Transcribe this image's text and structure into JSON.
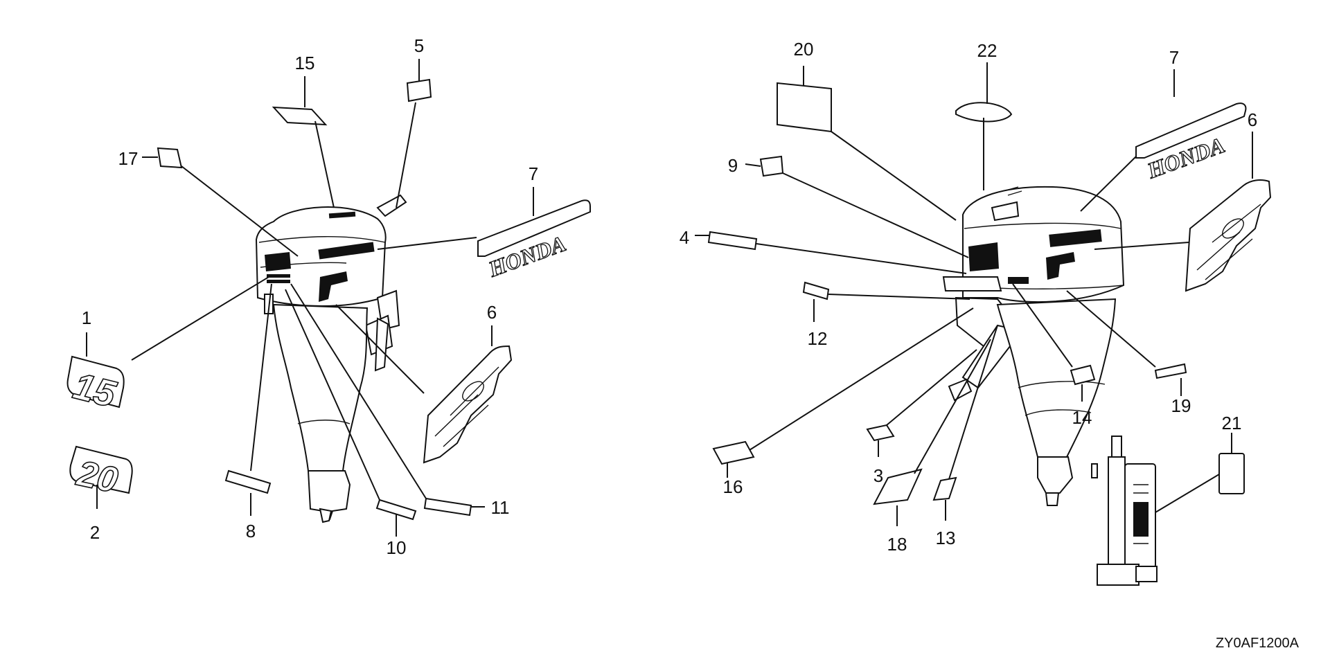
{
  "diagram_code": "ZY0AF1200A",
  "callouts": [
    "1",
    "2",
    "3",
    "4",
    "5",
    "6",
    "7",
    "8",
    "9",
    "10",
    "11",
    "12",
    "13",
    "14",
    "15",
    "16",
    "17",
    "18",
    "19",
    "20",
    "21",
    "22"
  ],
  "decal_text": {
    "brand": "HONDA",
    "model_15": "15",
    "model_20": "20"
  }
}
